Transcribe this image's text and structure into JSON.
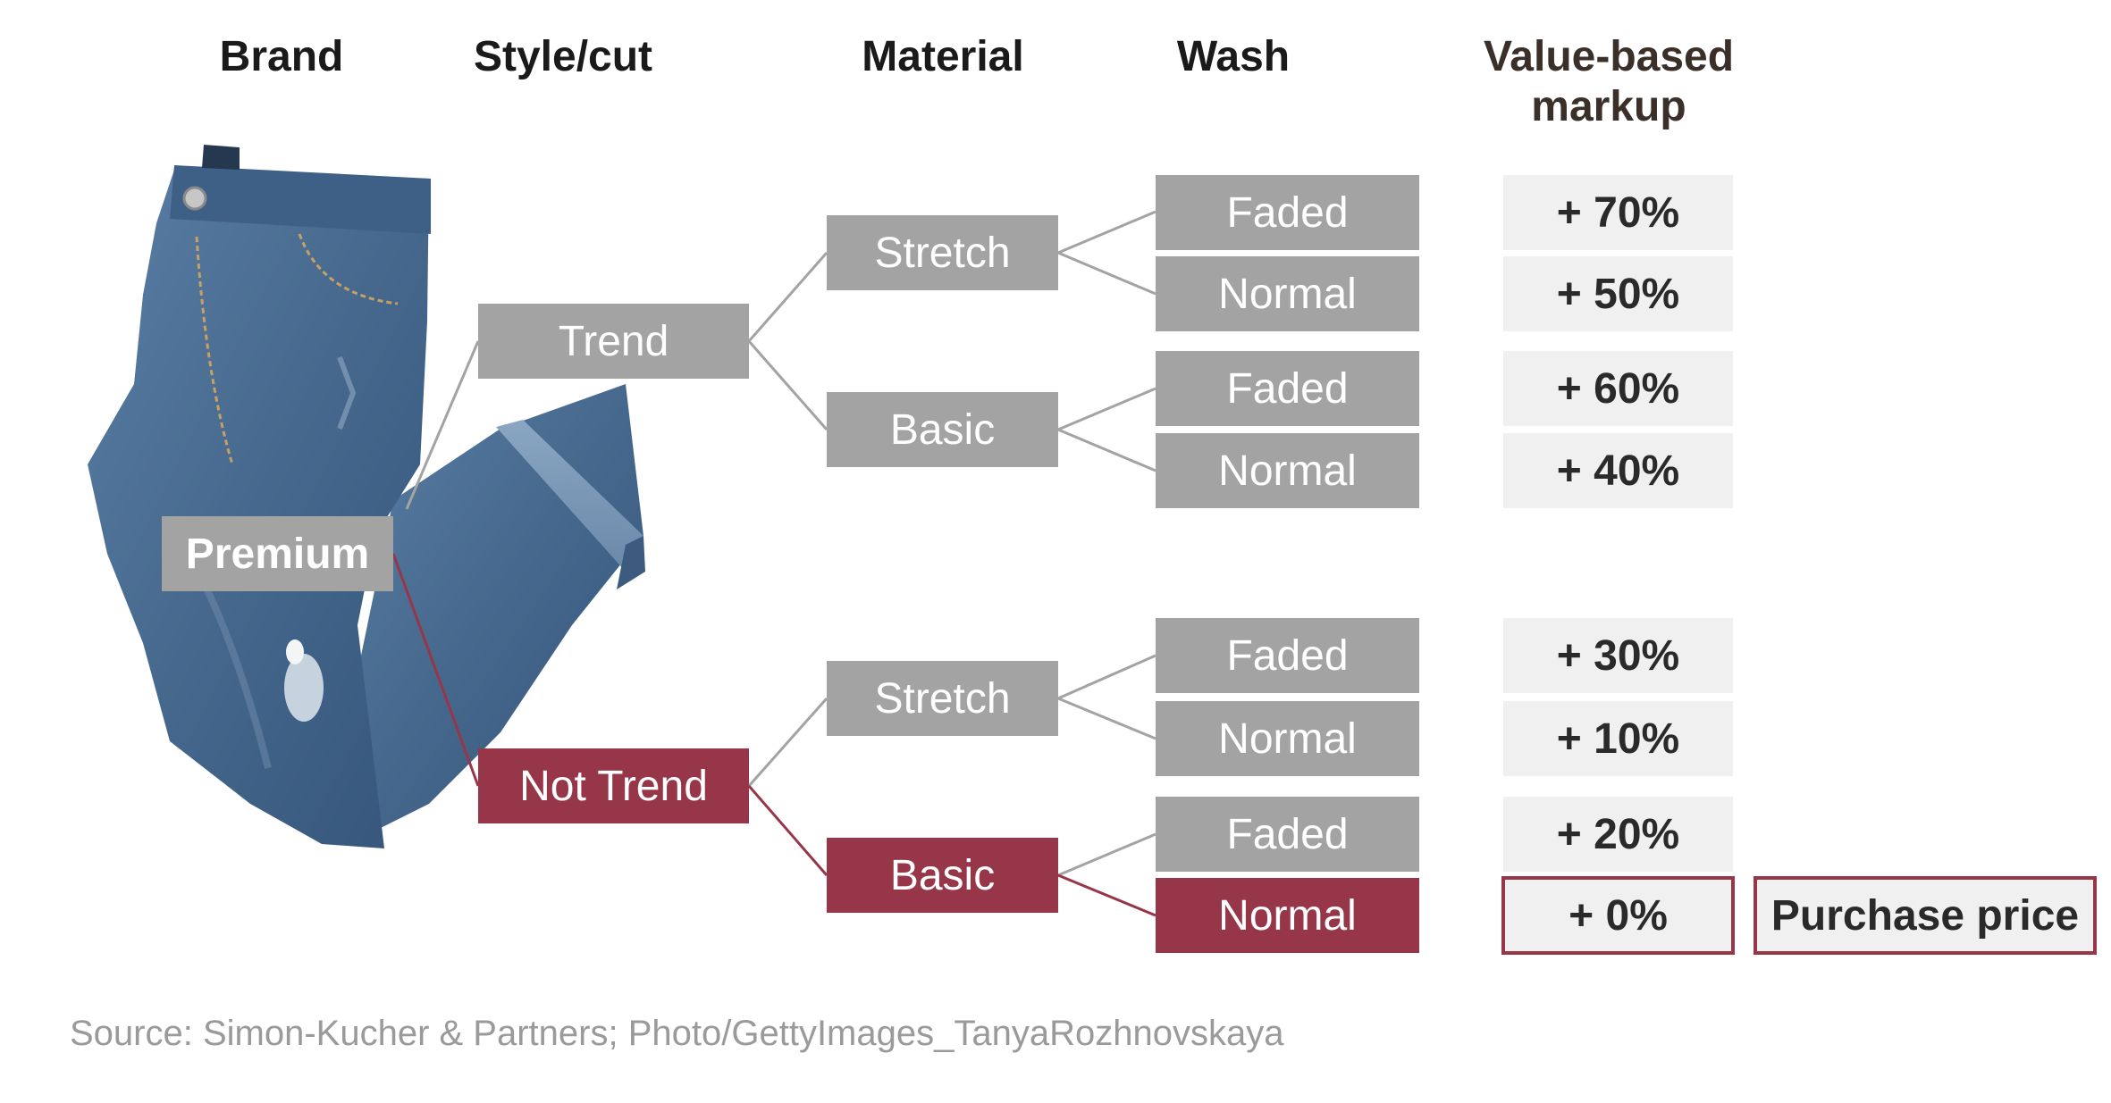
{
  "headers": {
    "brand": "Brand",
    "style_cut": "Style/cut",
    "material": "Material",
    "wash": "Wash",
    "markup_line1": "Value-based",
    "markup_line2": "markup"
  },
  "brand_box": "Premium",
  "style": {
    "trend": "Trend",
    "not_trend": "Not Trend"
  },
  "material": {
    "stretch": "Stretch",
    "basic": "Basic"
  },
  "wash": {
    "faded": "Faded",
    "normal": "Normal"
  },
  "markups": [
    "+ 70%",
    "+ 50%",
    "+ 60%",
    "+ 40%",
    "+ 30%",
    "+ 10%",
    "+ 20%",
    "+ 0%"
  ],
  "purchase_price": "Purchase price",
  "source": "Source: Simon-Kucher & Partners; Photo/GettyImages_TanyaRozhnovskaya",
  "colors": {
    "gray_box": "#a3a3a3",
    "highlight_red": "#963648",
    "markup_bg": "#f0f0f0",
    "denim": "#47688b"
  }
}
